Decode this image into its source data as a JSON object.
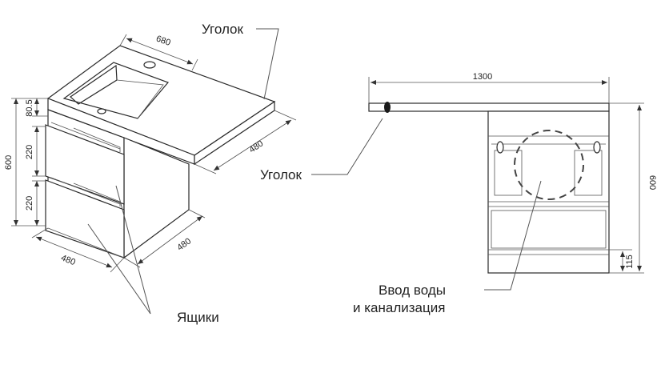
{
  "labels": {
    "corner_top": "Уголок",
    "corner_side": "Уголок",
    "drawers": "Ящики",
    "water_line1": "Ввод воды",
    "water_line2": "и канализация"
  },
  "dimensions": {
    "iso_width": "680",
    "iso_top_depth": "480",
    "iso_side_depth": "480",
    "iso_front_width": "480",
    "iso_top_thickness": "80.5",
    "iso_drawer_upper": "220",
    "iso_drawer_lower": "220",
    "iso_height": "600",
    "front_width": "1300",
    "front_height": "600",
    "front_plinth": "115"
  },
  "colors": {
    "line": "#2a2a2a",
    "text": "#222222",
    "background": "#ffffff"
  }
}
